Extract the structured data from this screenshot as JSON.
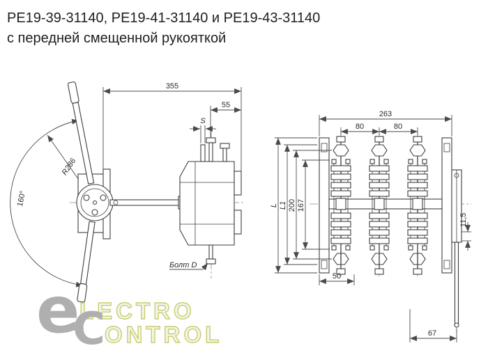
{
  "title": {
    "line1": "РЕ19-39-31140, РЕ19-41-31140 и РЕ19-43-31140",
    "line2": "с передней смещенной рукояткой"
  },
  "side_view": {
    "dim_355": "355",
    "dim_55": "55",
    "dim_s": "S",
    "radius": "R286",
    "angle": "160°",
    "bolt_label": "Болт D"
  },
  "front_view": {
    "dim_263": "263",
    "dim_80_left": "80",
    "dim_80_right": "80",
    "dim_l": "L",
    "dim_l1": "L1",
    "dim_200": "200",
    "dim_167": "167",
    "dim_11_5": "11,5",
    "dim_50": "50",
    "dim_67": "67"
  },
  "watermark": {
    "big_e": "e",
    "word1": "LECTRO",
    "big_c": "C",
    "word2": "ONTROL"
  },
  "colors": {
    "line": "#3c3c3c",
    "watermark_accent": "#bcc24a",
    "watermark_gray": "#9c9c9c"
  }
}
